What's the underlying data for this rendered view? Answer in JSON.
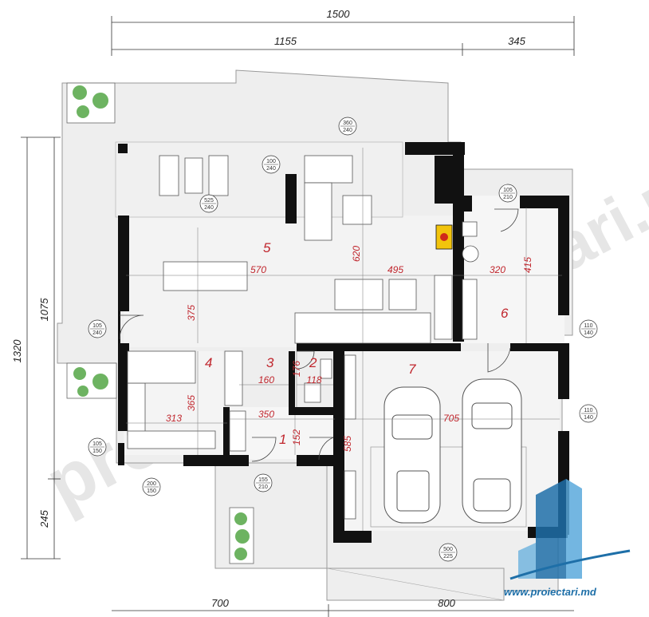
{
  "dimensions": {
    "total_width": "1500",
    "top_left": "1155",
    "top_right": "345",
    "left_total": "1320",
    "left_main": "1075",
    "left_lower": "245",
    "bottom_left": "700",
    "bottom_right": "800"
  },
  "rooms": [
    {
      "number": "1"
    },
    {
      "number": "2"
    },
    {
      "number": "3"
    },
    {
      "number": "4"
    },
    {
      "number": "5"
    },
    {
      "number": "6"
    },
    {
      "number": "7"
    }
  ],
  "inner_dimensions": {
    "living_width_a": "570",
    "living_width_b": "495",
    "living_depth": "620",
    "living_lower_depth": "375",
    "room6_width": "320",
    "room6_depth": "415",
    "room3_width": "160",
    "room2_height": "176",
    "room2_width": "118",
    "kitchen_width": "313",
    "kitchen_depth": "365",
    "hall_width": "350",
    "hall_depth": "152",
    "garage_width": "705",
    "garage_depth": "585"
  },
  "openings": [
    {
      "w": "360",
      "h": "240"
    },
    {
      "w": "100",
      "h": "240"
    },
    {
      "w": "525",
      "h": "240"
    },
    {
      "w": "105",
      "h": "210"
    },
    {
      "w": "105",
      "h": "240"
    },
    {
      "w": "110",
      "h": "140"
    },
    {
      "w": "110",
      "h": "140"
    },
    {
      "w": "105",
      "h": "150"
    },
    {
      "w": "200",
      "h": "150"
    },
    {
      "w": "155",
      "h": "210"
    },
    {
      "w": "500",
      "h": "225"
    }
  ],
  "watermark": {
    "left": "proiectari",
    "right": "proiectari.md"
  },
  "brand": {
    "url": "www.proiectari.md"
  },
  "colors": {
    "wall": "#111111",
    "terrace": "#eeeeee",
    "floor": "#f3f3f3",
    "dim_text": "#222222",
    "room_number": "#c0262d",
    "logo_blue": "#1e6fa8",
    "plant_green": "#3c9a2c"
  }
}
